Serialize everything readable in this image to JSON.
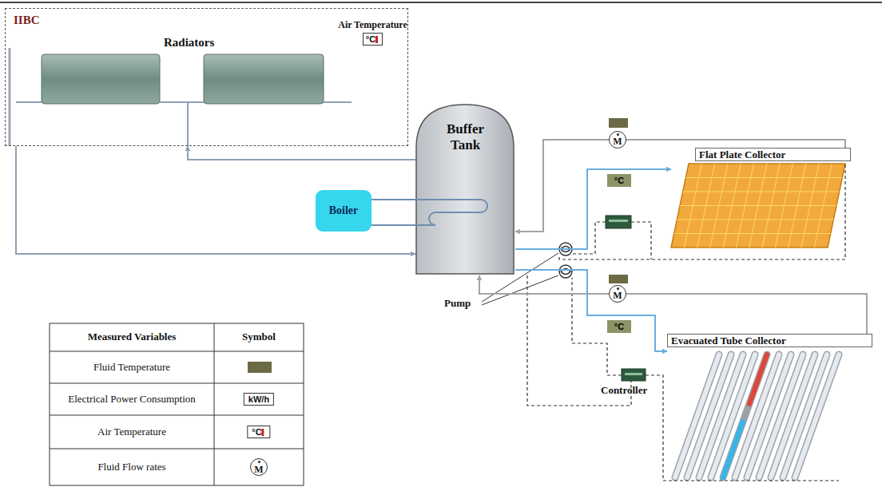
{
  "diagram": {
    "nodes": [
      {
        "text": [
          "IIBC"
        ]
      },
      {
        "text": [
          "Air Temperature",
          "°C"
        ],
        "in": 0
      },
      {
        "text": [
          "Buffer Tank"
        ]
      },
      {
        "text": [
          "Boiler"
        ]
      },
      {
        "text": [
          "Flat Plate Collector"
        ]
      },
      {
        "text": [
          "Evacuated Tube Collector"
        ]
      },
      {
        "text": [
          "°C"
        ]
      },
      {
        "text": [
          "°C"
        ]
      },
      {
        "text": [
          "M"
        ]
      },
      {
        "text": [
          "M"
        ]
      }
    ],
    "edges": [
      {
        "from": 2,
        "to": 0,
        "arrow": "to"
      },
      {
        "from": 0,
        "to": 2,
        "arrow": "to"
      },
      {
        "from": 3,
        "to": 2,
        "arrow": "none"
      },
      {
        "from": 2,
        "to": 4,
        "arrow": "to"
      },
      {
        "from": 4,
        "to": 8,
        "arrow": "none"
      },
      {
        "from": 8,
        "to": 2,
        "arrow": "to"
      },
      {
        "from": 2,
        "to": 5,
        "arrow": "to"
      },
      {
        "from": 5,
        "to": 9,
        "arrow": "none"
      },
      {
        "from": 9,
        "to": 2,
        "arrow": "to"
      }
    ],
    "labels": [
      "Radiators",
      "Pump",
      "Controller",
      "Measured Variables",
      "Symbol",
      "kW/h",
      "°C",
      "M"
    ],
    "legend": [
      {
        "text": "Fluid Temperature",
        "color": "#6b6a45"
      },
      {
        "text": "Electrical Power Consumption"
      },
      {
        "text": "Air Temperature"
      },
      {
        "text": "Fluid Flow rates"
      }
    ]
  }
}
